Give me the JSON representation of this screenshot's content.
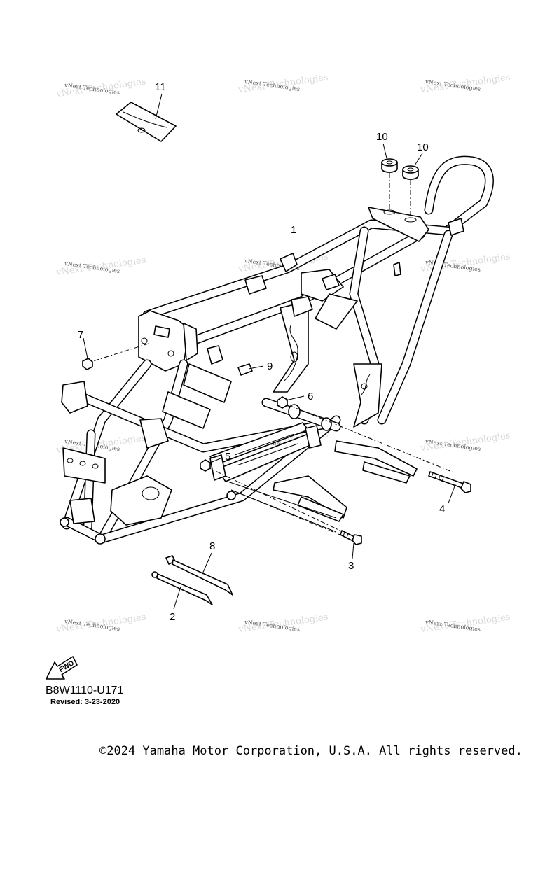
{
  "diagram": {
    "callouts": [
      "1",
      "2",
      "3",
      "4",
      "5",
      "6",
      "7",
      "8",
      "9",
      "10",
      "10",
      "11"
    ],
    "watermark": "vNext Technologies",
    "fwd_label": "FWD"
  },
  "footer": {
    "code": "B8W1110-U171",
    "revised": "Revised: 3-23-2020",
    "copyright": "©2024 Yamaha Motor Corporation, U.S.A. All rights reserved."
  }
}
